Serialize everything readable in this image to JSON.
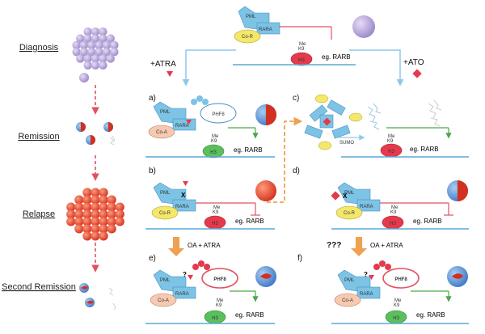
{
  "stages": {
    "diagnosis": "Diagnosis",
    "remission": "Remission",
    "relapse": "Relapse",
    "second_remission": "Second Remission"
  },
  "treatments": {
    "atra": "+ATRA",
    "ato": "+ATO",
    "oa_atra": "OA + ATRA",
    "unknown": "???"
  },
  "panels": {
    "a": "a)",
    "b": "b)",
    "c": "c)",
    "d": "d)",
    "e": "e)",
    "f": "f)"
  },
  "proteins": {
    "pml": "PML",
    "rara": "RARA",
    "cor": "Co-R",
    "coa": "Co-A",
    "phf8": "PHF8",
    "h3": "H3",
    "k9": "K9",
    "me": "Me",
    "sumo": "SUMO",
    "x": "X",
    "q": "?"
  },
  "gene": "eg. RARB",
  "colors": {
    "pml_rara": "#7cc3e6",
    "cor": "#f4e86b",
    "coa": "#f6c9b0",
    "h3_repressed": "#e53a4c",
    "h3_active": "#5cbf5e",
    "dna": "#5aa9d6",
    "inhibit": "#e05260",
    "activate": "#4aa84a",
    "progress": "#f0a050",
    "arrow_light": "#8ec9ea"
  }
}
